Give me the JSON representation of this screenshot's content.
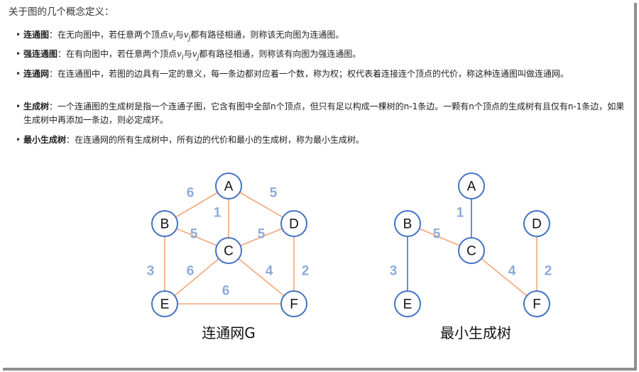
{
  "heading": "关于图的几个概念定义：",
  "concepts": [
    {
      "term": "连通图",
      "sep": "：",
      "parts": [
        {
          "t": "在无向图中，若任意两个顶点"
        },
        {
          "m": "v",
          "sub": "i"
        },
        {
          "t": "与"
        },
        {
          "m": "v",
          "sub": "j"
        },
        {
          "t": "都有路径相通，则称该无向图为连通图。"
        }
      ]
    },
    {
      "term": "强连通图",
      "sep": "：",
      "parts": [
        {
          "t": "在有向图中，若任意两个顶点"
        },
        {
          "m": "v",
          "sub": "i"
        },
        {
          "t": "与"
        },
        {
          "m": "v",
          "sub": "j"
        },
        {
          "t": "都有路径相通，则称该有向图为强连通图。"
        }
      ]
    },
    {
      "term": "连通网",
      "sep": "：",
      "parts": [
        {
          "t": "在连通图中，若图的边具有一定的意义，每一条边都对应着一个数，称为权；权代表着连接连个顶点的代价，称这种连通图叫做连通网。"
        }
      ]
    },
    {
      "term": "生成树",
      "sep": "：",
      "parts": [
        {
          "t": "一个连通图的生成树是指一个连通子图，它含有图中全部n个顶点，但只有足以构成一棵树的n-1条边。一颗有n个顶点的生成树有且仅有n-1条边，如果生成树中再添加一条边，则必定成环。"
        }
      ]
    },
    {
      "term": "最小生成树",
      "sep": "：",
      "parts": [
        {
          "t": "在连通网的所有生成树中，所有边的代价和最小的生成树，称为最小生成树。"
        }
      ]
    }
  ],
  "graphs": [
    {
      "id": "network",
      "caption": "连通网G",
      "nodes": [
        {
          "label": "A"
        },
        {
          "label": "B"
        },
        {
          "label": "C"
        },
        {
          "label": "D"
        },
        {
          "label": "E"
        },
        {
          "label": "F"
        }
      ],
      "edges": [
        {
          "from": "A",
          "to": "B",
          "weight": "6"
        },
        {
          "from": "A",
          "to": "C",
          "weight": "1"
        },
        {
          "from": "A",
          "to": "D",
          "weight": "5"
        },
        {
          "from": "B",
          "to": "C",
          "weight": "5"
        },
        {
          "from": "C",
          "to": "D",
          "weight": "5"
        },
        {
          "from": "B",
          "to": "E",
          "weight": "3"
        },
        {
          "from": "C",
          "to": "E",
          "weight": "6"
        },
        {
          "from": "C",
          "to": "F",
          "weight": "4"
        },
        {
          "from": "D",
          "to": "F",
          "weight": "2"
        },
        {
          "from": "E",
          "to": "F",
          "weight": "6"
        }
      ]
    },
    {
      "id": "mst",
      "caption": "最小生成树",
      "nodes": [
        {
          "label": "A"
        },
        {
          "label": "B"
        },
        {
          "label": "C"
        },
        {
          "label": "D"
        },
        {
          "label": "E"
        },
        {
          "label": "F"
        }
      ],
      "edges": [
        {
          "from": "A",
          "to": "C",
          "weight": "1"
        },
        {
          "from": "B",
          "to": "C",
          "weight": "5"
        },
        {
          "from": "B",
          "to": "E",
          "weight": "3"
        },
        {
          "from": "C",
          "to": "F",
          "weight": "4"
        },
        {
          "from": "D",
          "to": "F",
          "weight": "2"
        }
      ]
    }
  ]
}
